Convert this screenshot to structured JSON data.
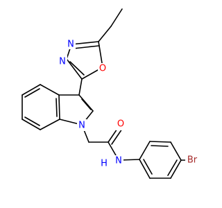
{
  "molecule": {
    "colors": {
      "bond": "#000000",
      "N": "#0000ff",
      "O": "#ff0000",
      "Br": "#a52a2a",
      "background": "#ffffff"
    },
    "atoms": {
      "n_ox_1": "N",
      "n_ox_2": "N",
      "o_ox": "O",
      "n_indole": "N",
      "o_carbonyl": "O",
      "n_amide": "N",
      "h_amide": "H",
      "br": "Br"
    }
  }
}
